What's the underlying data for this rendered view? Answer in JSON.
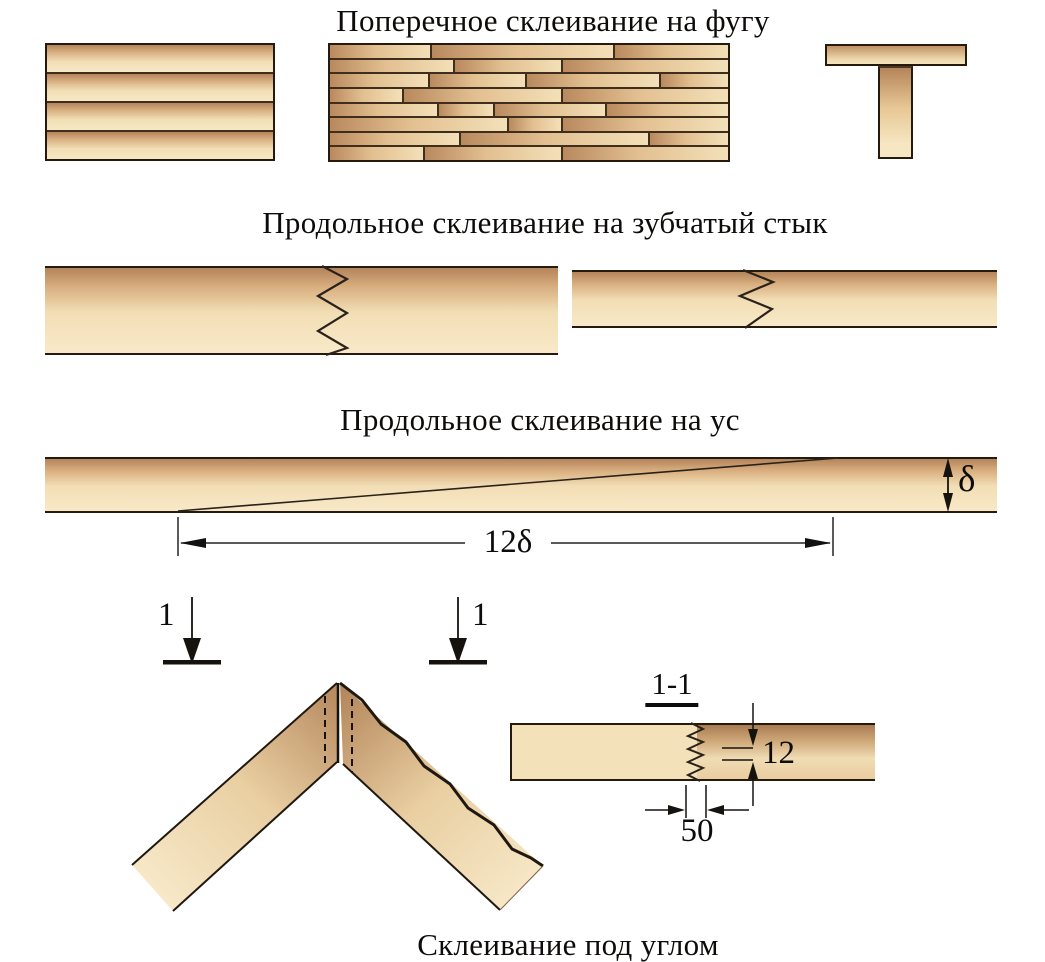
{
  "titles": {
    "transverse": "Поперечное склеивание на фугу",
    "finger": "Продольное склеивание на зубчатый стык",
    "scarf": "Продольное склеивание на ус",
    "angle": "Склеивание под углом"
  },
  "labels": {
    "delta": "δ",
    "scarf_length": "12δ",
    "section_left": "1",
    "section_right": "1",
    "detail_header": "1-1",
    "tooth_pitch": "12",
    "tooth_length": "50"
  },
  "colors": {
    "wood_dark": "#b4845a",
    "wood_mid": "#e2bf90",
    "wood_light": "#f7e7c4",
    "outline": "#26190e",
    "divider": "#3f2e1c",
    "line": "#1b1510",
    "background": "#ffffff"
  },
  "plank_count": 4,
  "edge_glued_panel_rows": [
    [
      0.25,
      0.46,
      0.29
    ],
    [
      0.31,
      0.27,
      0.42
    ],
    [
      0.246,
      0.244,
      0.336,
      0.174
    ],
    [
      0.18,
      0.4,
      0.42
    ],
    [
      0.27,
      0.14,
      0.28,
      0.31
    ],
    [
      0.445,
      0.135,
      0.42
    ],
    [
      0.323,
      0.477,
      0.2
    ],
    [
      0.233,
      0.347,
      0.42
    ]
  ]
}
